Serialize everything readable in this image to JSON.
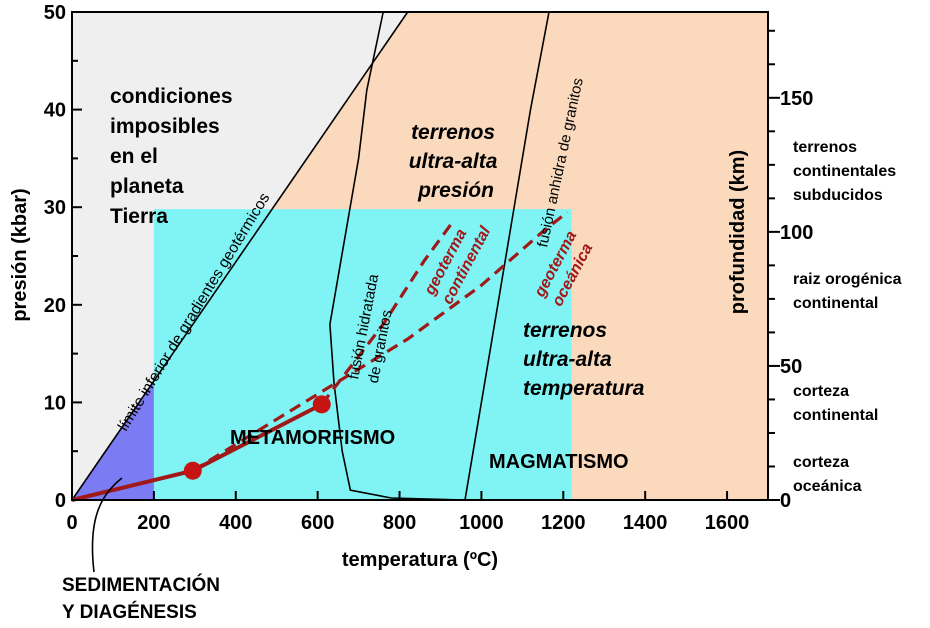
{
  "chart_data": {
    "type": "diagram",
    "x_axis": {
      "label": "temperatura (ºC)",
      "range": [
        0,
        1700
      ],
      "ticks": [
        0,
        200,
        400,
        600,
        800,
        1000,
        1200,
        1400,
        1600
      ],
      "tick_labels": [
        "0",
        "200",
        "400",
        "600",
        "800",
        "1000",
        "1200",
        "1400",
        "1600"
      ]
    },
    "y_axis": {
      "label": "presión (kbar)",
      "range": [
        0,
        50
      ],
      "ticks": [
        0,
        10,
        20,
        30,
        40,
        50
      ],
      "tick_labels": [
        "0",
        "10",
        "20",
        "30",
        "40",
        "50"
      ]
    },
    "y2_axis": {
      "label": "profundidad (km)",
      "ticks": [
        0,
        50,
        100,
        150
      ],
      "tick_labels": [
        "0",
        "50",
        "100",
        "150"
      ]
    },
    "depth_annotations": [
      {
        "key": "oceanic",
        "lines": [
          "corteza",
          "oceánica"
        ]
      },
      {
        "key": "continental",
        "lines": [
          "corteza",
          "continental"
        ]
      },
      {
        "key": "orogenic",
        "lines": [
          "raiz orogénica",
          "continental"
        ]
      },
      {
        "key": "subducted",
        "lines": [
          "terrenos",
          "continentales",
          "subducidos"
        ]
      }
    ],
    "regions": {
      "impossible": {
        "lines": [
          "condiciones",
          "imposibles",
          "en el",
          "planeta",
          "Tierra"
        ],
        "color": "#efefef"
      },
      "uhp": {
        "lines": [
          "terrenos",
          "ultra-alta",
          "presión"
        ],
        "color": "#fbd9bc"
      },
      "uht": {
        "lines": [
          "terrenos",
          "ultra-alta",
          "temperatura"
        ]
      },
      "metamorfismo": {
        "label": "METAMORFISMO",
        "color": "#80f4f4",
        "t_range": [
          200,
          1220
        ],
        "p_max": 29.8
      },
      "magmatismo": {
        "label": "MAGMATISMO",
        "color": "#fbd9bc"
      },
      "sedimentacion": {
        "lines": [
          "SEDIMENTACIÓN",
          "Y DIAGÉNESIS"
        ],
        "color": "#7b7bf4",
        "t_max": 200
      }
    },
    "curves": {
      "geothermal_limit": {
        "label": "límite inferior de gradientes geotérmicos",
        "points": [
          [
            0,
            0
          ],
          [
            820,
            50
          ]
        ]
      },
      "hydrated_granite": {
        "lines": [
          "fusión hidratada",
          "de granitos"
        ],
        "points": [
          [
            960,
            0
          ],
          [
            780,
            0.2
          ],
          [
            680,
            1
          ],
          [
            660,
            5
          ],
          [
            640,
            12
          ],
          [
            630,
            18
          ],
          [
            700,
            35
          ],
          [
            720,
            42
          ],
          [
            760,
            50
          ]
        ]
      },
      "anhydrous_granite": {
        "label": "fusión anhidra de granitos",
        "points": [
          [
            960,
            0
          ],
          [
            1040,
            20
          ],
          [
            1120,
            40
          ],
          [
            1165,
            50
          ]
        ]
      },
      "geoterma_continental": {
        "lines": [
          "geoterma",
          "continental"
        ],
        "color": "#a01818",
        "points": [
          [
            0,
            0
          ],
          [
            295,
            3
          ],
          [
            610,
            9.8
          ],
          [
            760,
            18
          ],
          [
            860,
            24.5
          ],
          [
            930,
            28.5
          ]
        ]
      },
      "geoterma_oceanica": {
        "lines": [
          "geoterma",
          "oceánica"
        ],
        "color": "#a01818",
        "points": [
          [
            0,
            0
          ],
          [
            295,
            3
          ],
          [
            610,
            9.8
          ],
          [
            820,
            16.5
          ],
          [
            1000,
            22
          ],
          [
            1150,
            27.5
          ],
          [
            1210,
            29.5
          ]
        ]
      }
    },
    "points": [
      [
        295,
        3
      ],
      [
        610,
        9.8
      ]
    ]
  }
}
